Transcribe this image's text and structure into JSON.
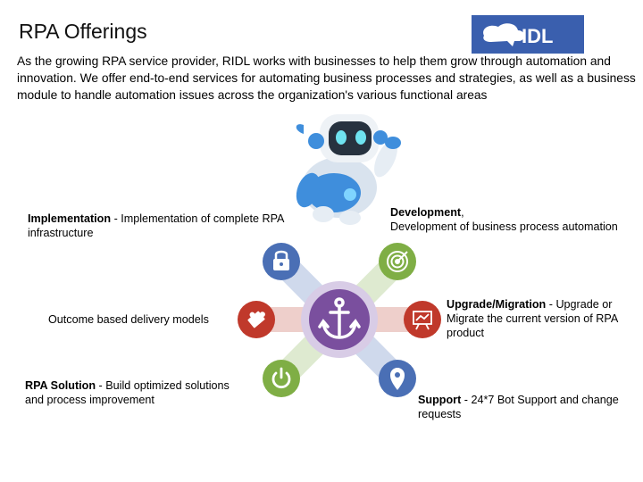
{
  "slide": {
    "title": "RPA Offerings",
    "intro": "As the growing RPA service provider, RIDL works with businesses to help them grow through automation and innovation. We offer end-to-end services for automating business processes and strategies, as well as a business module to handle automation issues across the organization's various functional areas",
    "logo_text": "IDL"
  },
  "offerings": {
    "implementation": {
      "heading": "Implementation",
      "text": " - Implementation of complete RPA infrastructure"
    },
    "development": {
      "heading": "Development",
      "sep": ",",
      "text": "Development of business process automation"
    },
    "outcome": {
      "text": "Outcome based delivery models"
    },
    "upgrade": {
      "heading": "Upgrade/Migration",
      "text": " - Upgrade or Migrate the current version of RPA product"
    },
    "rpa_solution": {
      "heading": "RPA Solution",
      "text": " - Build optimized solutions and process improvement"
    },
    "support": {
      "heading": "Support",
      "text": " - 24*7 Bot Support and change requests"
    }
  },
  "icons": {
    "center": "anchor-icon",
    "top_left": "lock-icon",
    "top_right": "target-icon",
    "left": "puzzle-icon",
    "right": "presentation-icon",
    "bottom_left": "power-icon",
    "bottom_right": "location-pin-icon",
    "illustration": "robot-icon"
  },
  "colors": {
    "center": "#7a4f9e",
    "blue": "#4a6fb5",
    "green": "#7fae45",
    "red": "#c0392b",
    "logo_bg": "#3a5fae"
  }
}
